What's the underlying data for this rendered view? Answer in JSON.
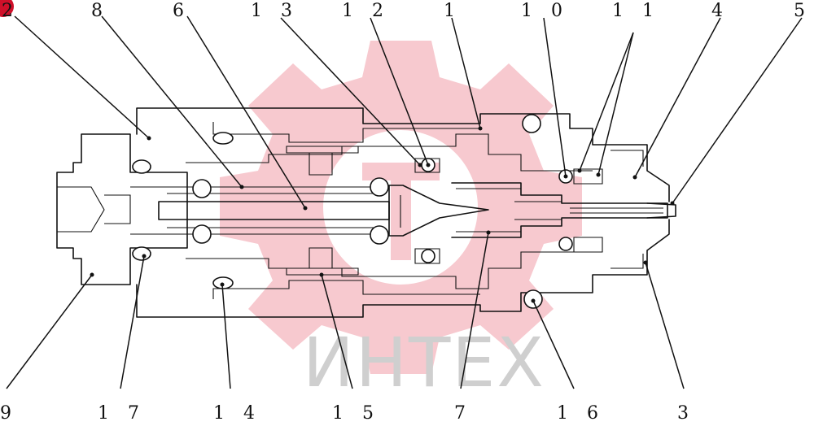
{
  "watermark": {
    "text": "ИНТЕХ",
    "color": "#f7c9cf",
    "text_color": "#cfcfcf"
  },
  "badge": {
    "color": "#d0102a"
  },
  "labels": {
    "l2": "2",
    "l8": "8",
    "l6": "6",
    "l13": "1 3",
    "l12": "1 2",
    "l1": "1",
    "l10": "1 0",
    "l11": "1 1",
    "l4": "4",
    "l5": "5",
    "l9": "9",
    "l17": "1 7",
    "l14": "1 4",
    "l15": "1 5",
    "l7": "7",
    "l16": "1 6",
    "l3": "3"
  }
}
